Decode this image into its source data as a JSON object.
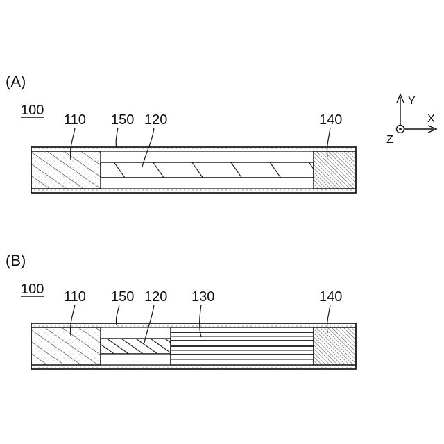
{
  "panels": [
    {
      "id": "A",
      "panel_label": "(A)",
      "device_label": "100",
      "refs": {
        "r110": "110",
        "r150": "150",
        "r120": "120",
        "r140": "140"
      }
    },
    {
      "id": "B",
      "panel_label": "(B)",
      "device_label": "100",
      "refs": {
        "r110": "110",
        "r150": "150",
        "r120": "120",
        "r130": "130",
        "r140": "140"
      }
    }
  ],
  "axes": {
    "y": "Y",
    "x": "X",
    "z": "Z"
  }
}
